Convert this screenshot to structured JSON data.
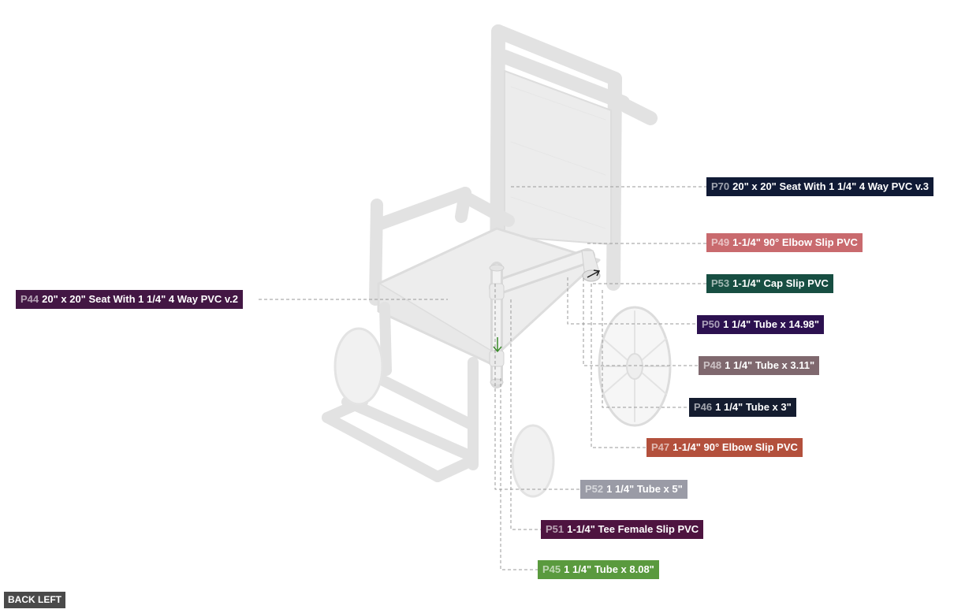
{
  "parts": [
    {
      "id": "P70",
      "name": "20\" x 20\" Seat With 1 1/4\" 4 Way PVC v.3",
      "color": "#101a35"
    },
    {
      "id": "P49",
      "name": "1-1/4\" 90° Elbow Slip PVC",
      "color": "#c96a6e"
    },
    {
      "id": "P53",
      "name": "1-1/4\" Cap Slip PVC",
      "color": "#174e42"
    },
    {
      "id": "P44",
      "name": "20\" x 20\" Seat With 1 1/4\" 4 Way PVC v.2",
      "color": "#431744"
    },
    {
      "id": "P50",
      "name": "1 1/4\" Tube x 14.98\"",
      "color": "#2c1150"
    },
    {
      "id": "P48",
      "name": "1 1/4\" Tube x 3.11\"",
      "color": "#7f686e"
    },
    {
      "id": "P46",
      "name": "1 1/4\" Tube x 3\"",
      "color": "#141c2f"
    },
    {
      "id": "P47",
      "name": "1-1/4\" 90° Elbow Slip PVC",
      "color": "#b3503c"
    },
    {
      "id": "P52",
      "name": "1 1/4\" Tube x 5\"",
      "color": "#9a9ba6"
    },
    {
      "id": "P51",
      "name": "1-1/4\" Tee Female Slip PVC",
      "color": "#4e1440"
    },
    {
      "id": "P45",
      "name": "1 1/4\" Tube x 8.08\"",
      "color": "#5a9a3e"
    }
  ],
  "view_button": "BACK LEFT"
}
